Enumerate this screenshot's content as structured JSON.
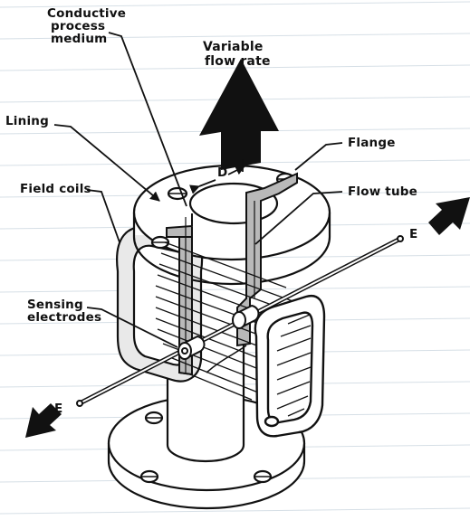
{
  "labels": {
    "medium": [
      "Conductive",
      "process",
      "medium"
    ],
    "flow_rate": [
      "Variable",
      "flow rate"
    ],
    "lining": "Lining",
    "flange": "Flange",
    "field_coils": "Field coils",
    "flow_tube": "Flow tube",
    "sensing": [
      "Sensing",
      "electrodes"
    ],
    "diameter": "D",
    "emf_right": "E",
    "emf_left": "E"
  },
  "colors": {
    "paper": "#ffffff",
    "ruling": "#d6dfe6",
    "ink": "#111111",
    "coil_fill": "#e9e9e9",
    "liner_fill": "#b9b9b9"
  }
}
